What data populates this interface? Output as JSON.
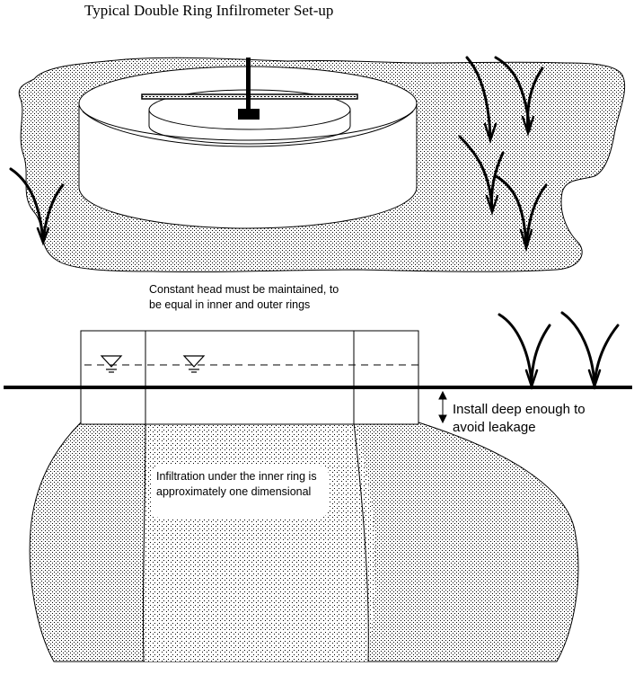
{
  "diagram": {
    "title": "Typical Double Ring Infilrometer Set-up",
    "annotations": {
      "constant_head": "Constant head must be maintained, to be equal in inner and outer rings",
      "install_depth": "Install deep enough to avoid leakage",
      "infiltration": "Infiltration under the inner ring is approximately one dimensional"
    }
  },
  "colors": {
    "ink": "#000000",
    "soil_dots": "#000000",
    "paper": "#ffffff"
  },
  "icons": [
    "grass-blade-icon",
    "water-level-symbol-icon",
    "double-arrow-icon"
  ]
}
